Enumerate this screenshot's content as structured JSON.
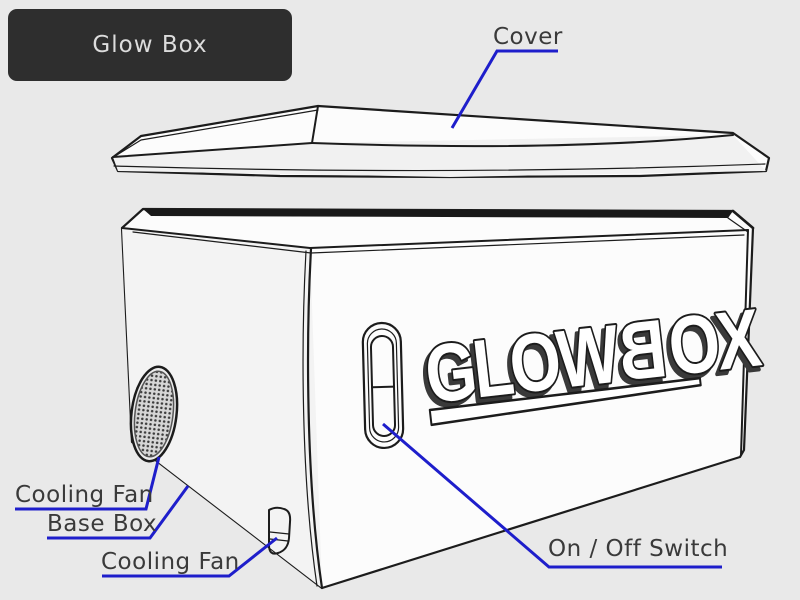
{
  "title_badge": {
    "label": "Glow Box"
  },
  "labels": {
    "cover": "Cover",
    "cooling_fan_side": "Cooling Fan",
    "base_box": "Base Box",
    "cooling_fan_bottom": "Cooling Fan",
    "on_off_switch": "On / Off Switch"
  },
  "logo": {
    "product_name": "GLOWBOX",
    "part_glow": "GLOW",
    "part_b_mirrored": "B",
    "part_ox": "OX"
  },
  "colors": {
    "background": "#e9e9e9",
    "surface": "#fcfcfc",
    "face_shade": "#f3f3f3",
    "outline": "#1c1c1c",
    "rim_dark": "#191919",
    "annotation_line": "#1e1ecb",
    "label_text": "#3a3a3a",
    "badge_background": "#2e2e2e",
    "badge_text": "#dcdcdc",
    "logo_fill": "#ffffff",
    "logo_shadow": "#3a3a3a"
  }
}
